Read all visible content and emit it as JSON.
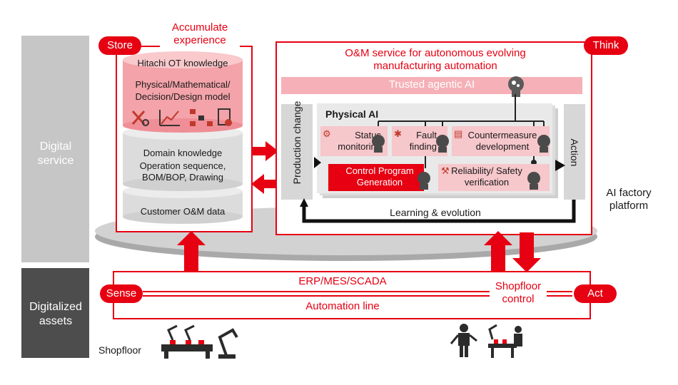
{
  "sidebar": {
    "digital_service": "Digital service",
    "digitalized_assets": "Digitalized assets"
  },
  "pills": {
    "store": "Store",
    "think": "Think",
    "sense": "Sense",
    "act": "Act"
  },
  "accumulate": "Accumulate experience",
  "knowledge_db": {
    "hitachi_ot": "Hitachi OT knowledge",
    "models": "Physical/Mathematical/ Decision/Design model",
    "domain_title": "Domain knowledge",
    "domain_items": "Operation sequence, BOM/BOP, Drawing",
    "customer": "Customer O&M data"
  },
  "think_panel": {
    "title": "O&M service for autonomous evolving manufacturing automation",
    "agentic": "Trusted agentic AI",
    "production_change": "Production change",
    "action": "Action",
    "physical_ai": "Physical AI",
    "status": "Status monitoring",
    "fault": "Fault finding",
    "countermeasure": "Countermeasure development",
    "control": "Control Program Generation",
    "reliability": "Reliability/ Safety verification",
    "learning": "Learning & evolution"
  },
  "platform": "AI factory platform",
  "bottom": {
    "erp": "ERP/MES/SCADA",
    "automation": "Automation line",
    "shopfloor_control": "Shopfloor control",
    "shopfloor": "Shopfloor"
  },
  "colors": {
    "accent": "#e60012",
    "pink": "#f6c7cb",
    "sidebar_light": "#c9c9c9",
    "sidebar_dark": "#4d4d4d"
  }
}
